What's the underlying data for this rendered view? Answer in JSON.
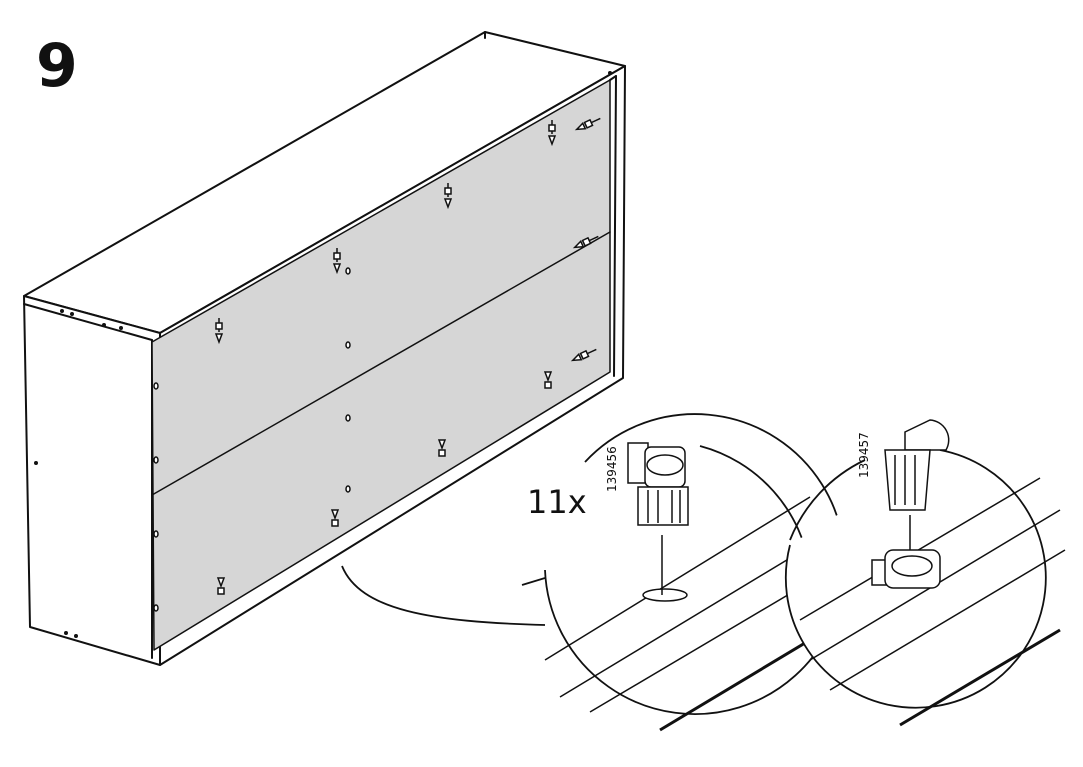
{
  "step_number": "9",
  "quantity": "11x",
  "parts": [
    {
      "number": "139456"
    },
    {
      "number": "139457"
    }
  ],
  "colors": {
    "line": "#111111",
    "panel": "#d6d6d6",
    "background": "#ffffff"
  },
  "icons": [
    "cam-lock-fitting-icon",
    "dowel-clip-fitting-icon"
  ]
}
